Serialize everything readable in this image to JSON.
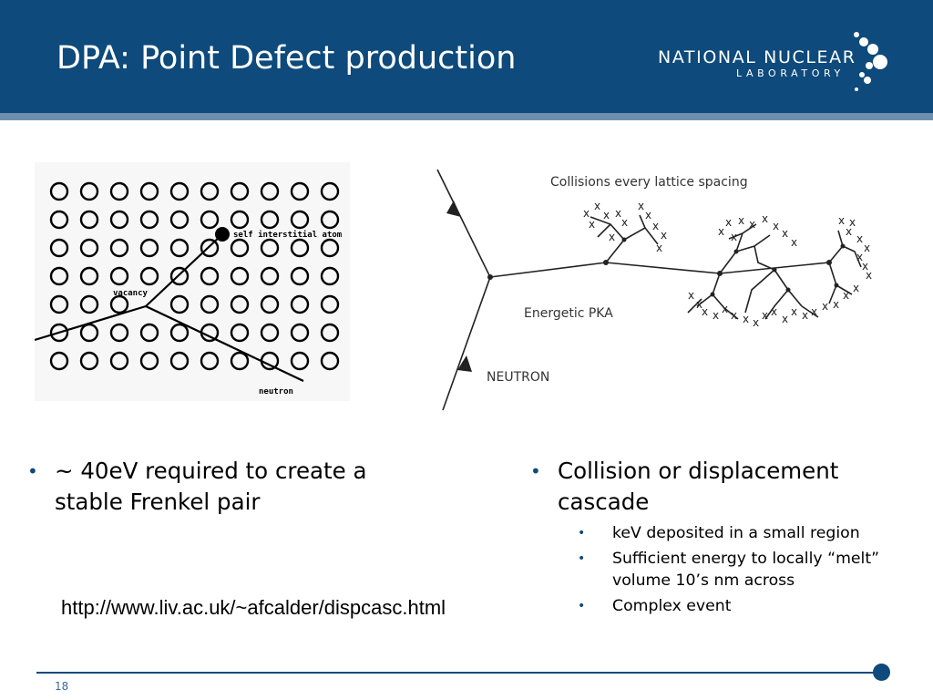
{
  "slide": {
    "title": "DPA: Point Defect production",
    "page_number": "18"
  },
  "logo": {
    "line1": "NATIONAL NUCLEAR",
    "line2": "LABORATORY"
  },
  "figure_left": {
    "label_interstitial": "self interstitial atom",
    "label_vacancy": "vacancy",
    "label_neutron": "neutron"
  },
  "figure_right": {
    "label_collisions": "Collisions every lattice spacing",
    "label_pka": "Energetic PKA",
    "label_neutron": "NEUTRON"
  },
  "bullets_left": [
    {
      "text": "~ 40eV required to create a stable Frenkel pair"
    }
  ],
  "bullets_right": [
    {
      "text": "Collision or displacement cascade",
      "sub": [
        "keV deposited in a small region",
        "Sufficient energy to locally “melt” volume 10’s nm across",
        "Complex event"
      ]
    }
  ],
  "url": "http://www.liv.ac.uk/~afcalder/dispcasc.html",
  "colors": {
    "header": "#0e4a7b",
    "header_stripe": "#6f8faf",
    "accent": "#0e4a7b"
  }
}
